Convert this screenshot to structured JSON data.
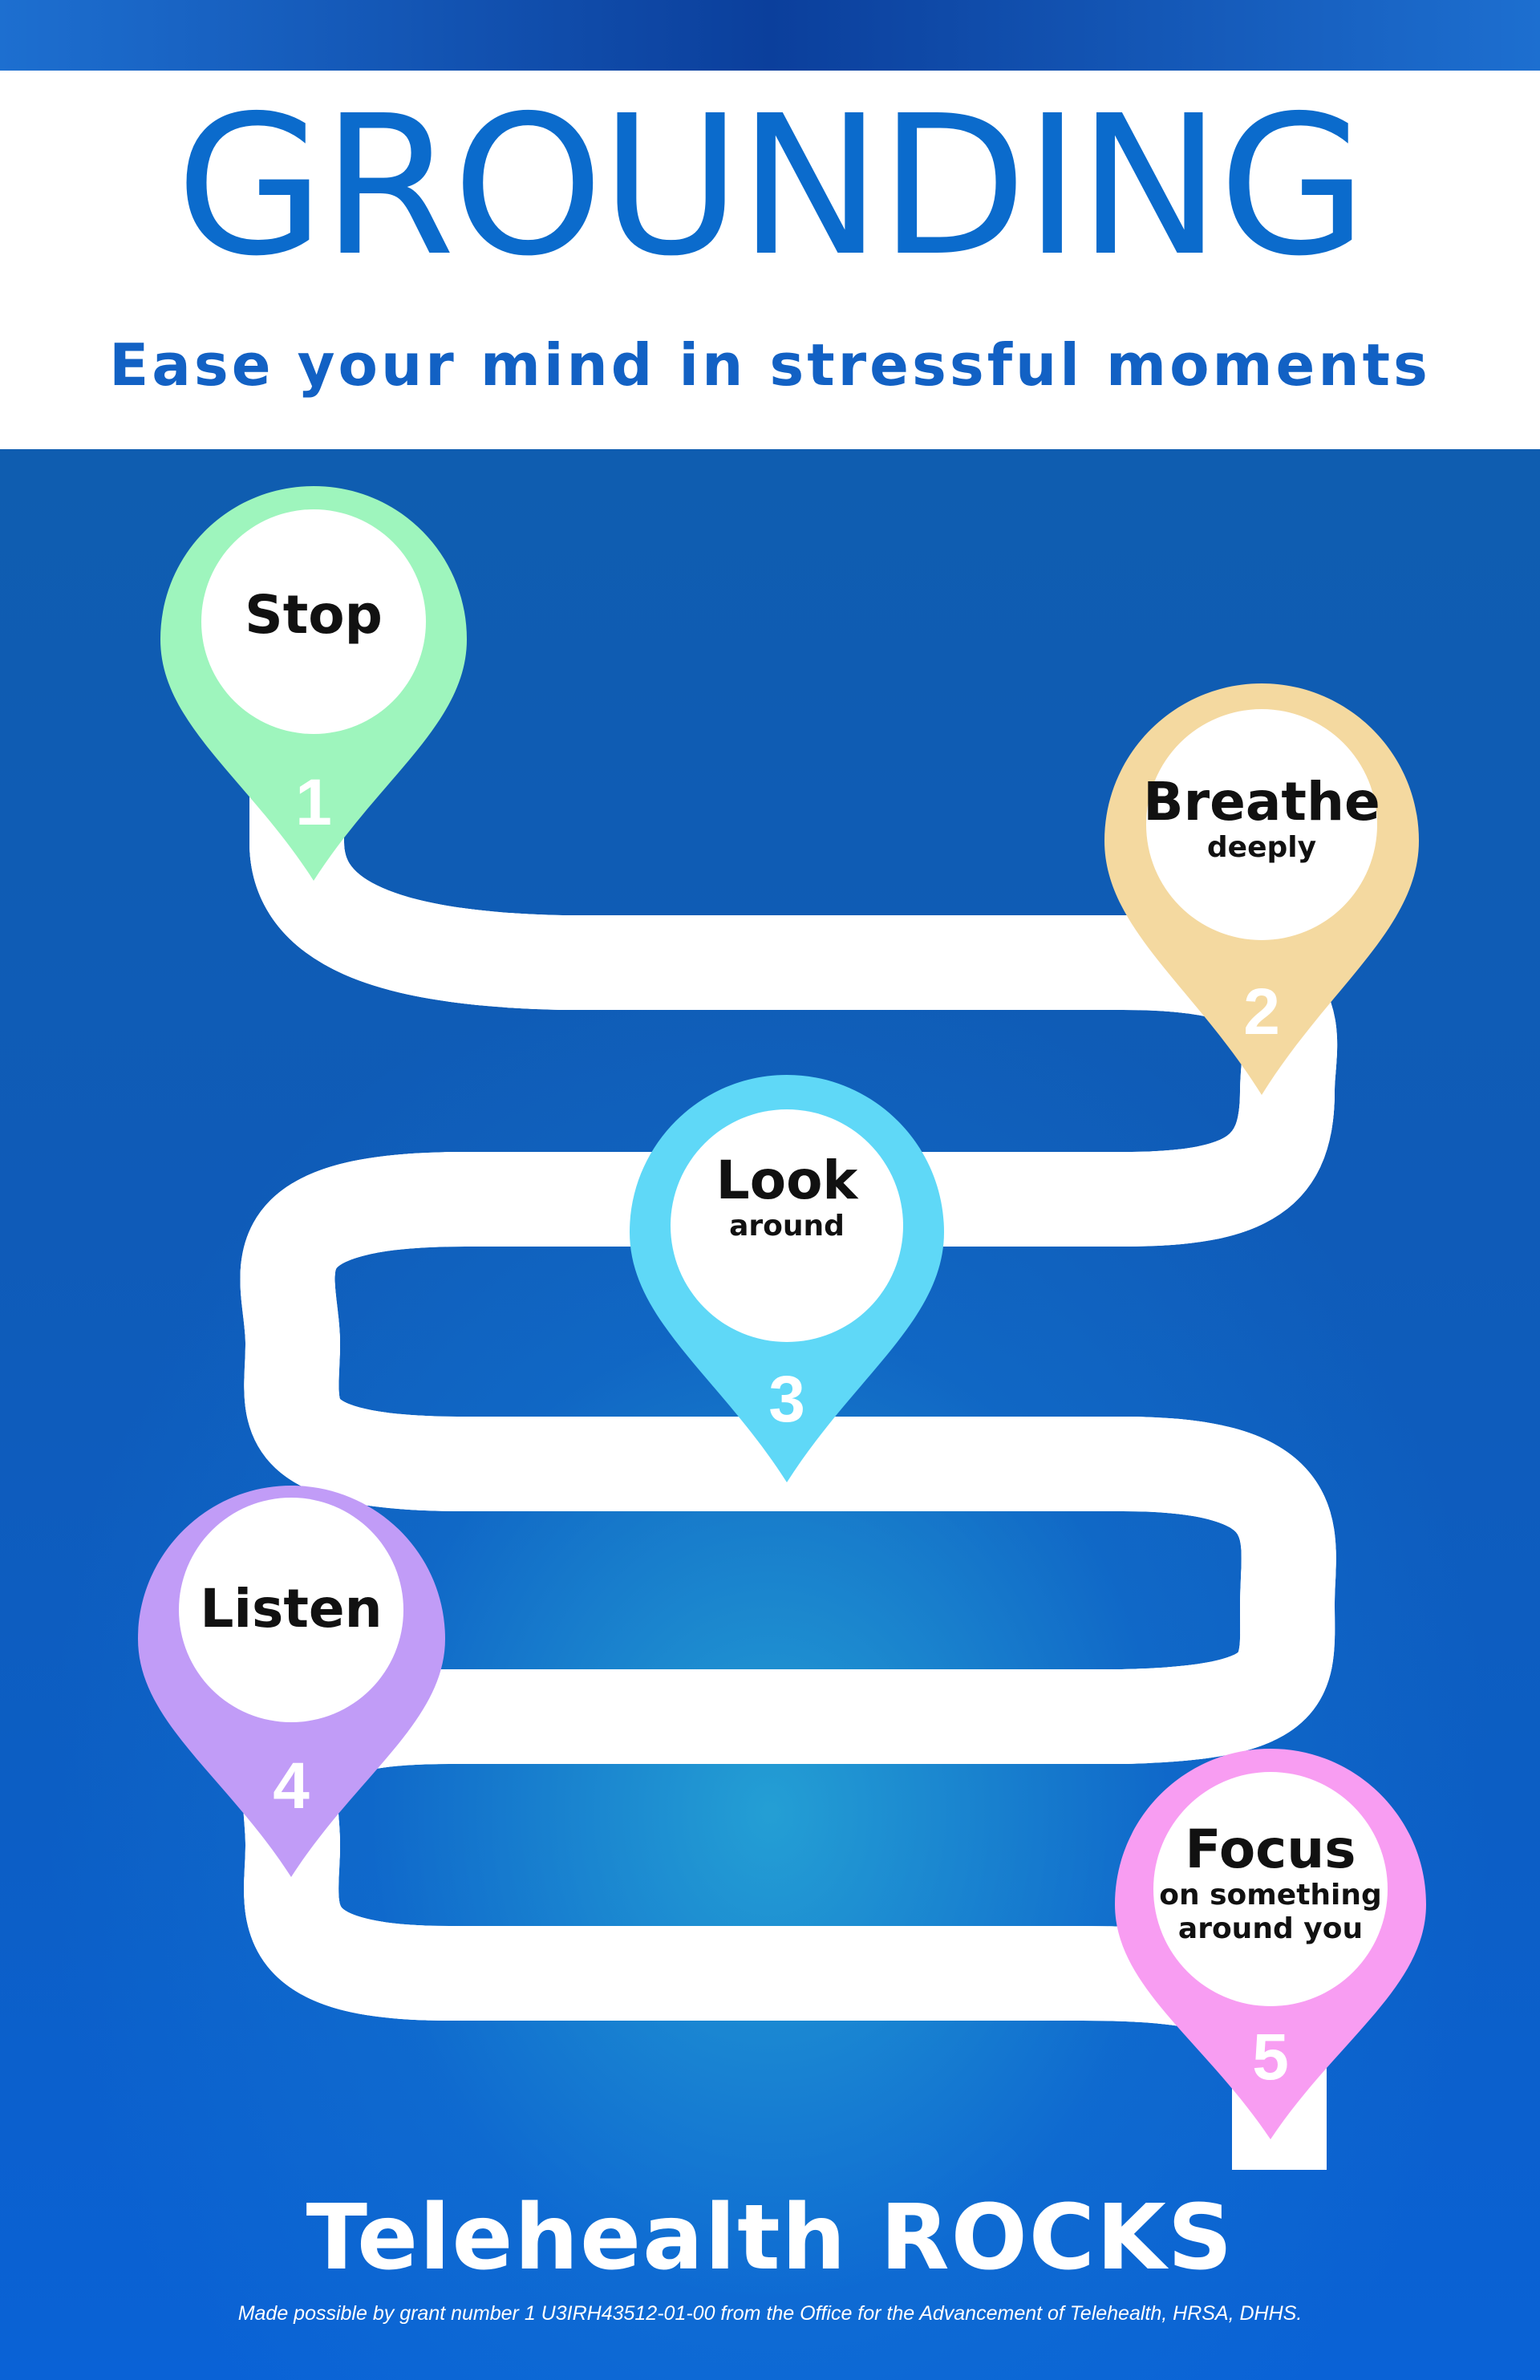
{
  "header": {
    "title": "GROUNDING",
    "subtitle": "Ease your mind in stressful moments"
  },
  "steps": [
    {
      "number": "1",
      "title": "Stop",
      "detail": "",
      "color": "#9ef5bd"
    },
    {
      "number": "2",
      "title": "Breathe",
      "detail": "deeply",
      "color": "#f4d9a0"
    },
    {
      "number": "3",
      "title": "Look",
      "detail": "around",
      "color": "#5fd8f7"
    },
    {
      "number": "4",
      "title": "Listen",
      "detail": "",
      "color": "#c19cf7"
    },
    {
      "number": "5",
      "title": "Focus",
      "detail": "on something around you",
      "color": "#f89df2"
    }
  ],
  "footer": {
    "brand": "Telehealth ROCKS",
    "credit": "Made possible by grant number 1 U3IRH43512-01-00 from the Office for the Advancement of Telehealth, HRSA, DHHS."
  },
  "colors": {
    "title_blue": "#0b6bcc",
    "road": "#1f1f1f",
    "road_lines": "#ffffff"
  }
}
